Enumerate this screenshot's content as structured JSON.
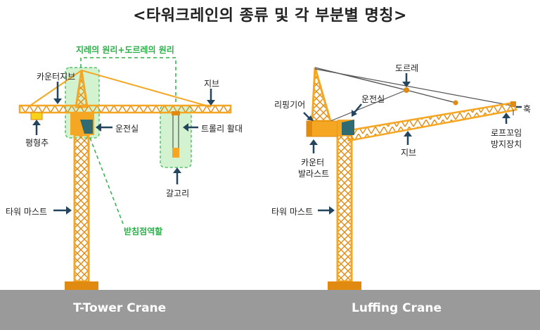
{
  "title": "<타워크레인의 종류 및 각 부분별 명칭>",
  "left_crane": {
    "name": "T-Tower Crane",
    "labels": {
      "lever_principle": "지레의 원리+도르레의 원리",
      "counter_jib": "카운터지브",
      "jib": "지브",
      "counterweight": "평형추",
      "cabin": "운전실",
      "trolley": "트롤리 활대",
      "hook_block": "갈고리",
      "tower_mast": "타워 마스트",
      "support_role": "받침점역할"
    }
  },
  "right_crane": {
    "name": "Luffing Crane",
    "labels": {
      "pulley": "도르레",
      "luffing_gear": "리핑기어",
      "cabin": "운전실",
      "hook": "훅",
      "counter_ballast_1": "카운터",
      "counter_ballast_2": "발라스트",
      "jib": "지브",
      "anti_twist_1": "로프꼬임",
      "anti_twist_2": "방지장치",
      "tower_mast": "타워 마스트"
    }
  },
  "colors": {
    "crane_orange": "#f5a623",
    "crane_dark_orange": "#e08a12",
    "highlight_green": "#2db04a",
    "highlight_fill": "#c9f0c4",
    "cabin_teal": "#2e6b73",
    "arrow_navy": "#24455e",
    "ground_gray": "#9a9a9a"
  }
}
